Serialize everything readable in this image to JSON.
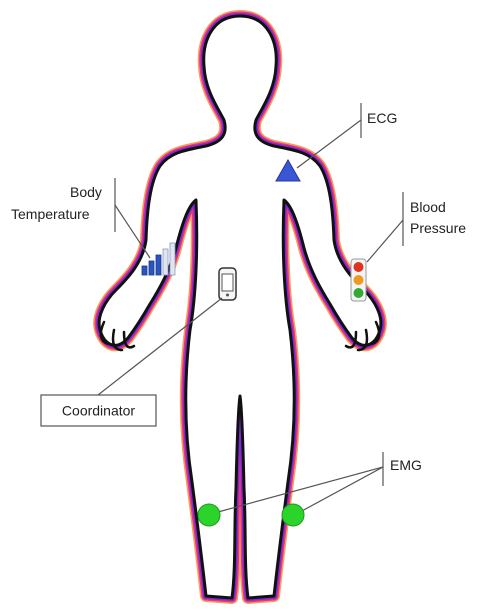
{
  "labels": {
    "body_temperature": [
      "Body",
      "Temperature"
    ],
    "ecg": "ECG",
    "blood_pressure": [
      "Blood",
      "Pressure"
    ],
    "coordinator": "Coordinator",
    "emg": "EMG"
  },
  "colors": {
    "outline_outer": "#f0a060",
    "outline_mid": "#ee3377",
    "outline_inner": "#7a2ad6",
    "outline_core": "#111111",
    "ecg_sensor": "#3a56d4",
    "emg_sensor": "#2bd42b",
    "temp_sensor": "#2a55c0",
    "bp_red": "#dd3322",
    "bp_orange": "#ee9922",
    "bp_green": "#33aa33"
  },
  "icons": [
    "ecg-triangle-icon",
    "temperature-bars-icon",
    "traffic-light-icon",
    "phone-coordinator-icon",
    "emg-circle-icon"
  ]
}
